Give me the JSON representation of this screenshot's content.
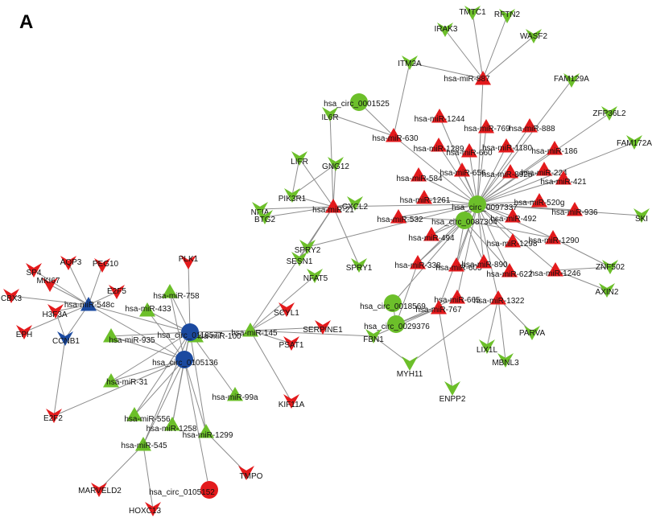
{
  "panel_label": "A",
  "colors": {
    "red": "#e31a1c",
    "green": "#6cbf2a",
    "blue": "#1b4aa0",
    "edge": "#8c8c8c"
  },
  "legend_note": "",
  "nodes": [
    {
      "id": "sp4",
      "label": "SP4",
      "shape": "vee",
      "color": "red"
    },
    {
      "id": "aqp3",
      "label": "AQP3",
      "shape": "vee",
      "color": "red"
    },
    {
      "id": "peg10",
      "label": "PEG10",
      "shape": "vee",
      "color": "red"
    },
    {
      "id": "plk1",
      "label": "PLK1",
      "shape": "vee",
      "color": "red"
    },
    {
      "id": "mki67",
      "label": "MKI67",
      "shape": "vee",
      "color": "red"
    },
    {
      "id": "e2f5",
      "label": "E2F5",
      "shape": "vee",
      "color": "red"
    },
    {
      "id": "cbx3",
      "label": "CBX3",
      "shape": "vee",
      "color": "red"
    },
    {
      "id": "h3f3a",
      "label": "H3F3A",
      "shape": "vee",
      "color": "red"
    },
    {
      "id": "epl",
      "label": "EPH",
      "shape": "vee",
      "color": "red"
    },
    {
      "id": "ccnb1",
      "label": "CCNB1",
      "shape": "vee",
      "color": "blue"
    },
    {
      "id": "e2f2",
      "label": "E2F2",
      "shape": "vee",
      "color": "red"
    },
    {
      "id": "mir548c",
      "label": "hsa-miR-548c",
      "shape": "tri",
      "color": "blue"
    },
    {
      "id": "mir758",
      "label": "hsa-miR-758",
      "shape": "tri",
      "color": "green"
    },
    {
      "id": "mir433",
      "label": "hsa-miR-433",
      "shape": "tri",
      "color": "green"
    },
    {
      "id": "mir100",
      "label": "hsa-miR-100",
      "shape": "tri",
      "color": "green"
    },
    {
      "id": "mir935",
      "label": "hsa-miR-935",
      "shape": "tri",
      "color": "green"
    },
    {
      "id": "mir31",
      "label": "hsa-miR-31",
      "shape": "tri",
      "color": "green"
    },
    {
      "id": "mir556",
      "label": "hsa-miR-556",
      "shape": "tri",
      "color": "green"
    },
    {
      "id": "mir1258",
      "label": "hsa-miR-1258",
      "shape": "tri",
      "color": "green"
    },
    {
      "id": "mir1299",
      "label": "hsa-miR-1299",
      "shape": "tri",
      "color": "green"
    },
    {
      "id": "mir545",
      "label": "hsa-miR-545",
      "shape": "tri",
      "color": "green"
    },
    {
      "id": "mir99a",
      "label": "hsa-miR-99a",
      "shape": "tri",
      "color": "green"
    },
    {
      "id": "c0118577",
      "label": "hsa_circ_0118577",
      "shape": "circle",
      "color": "blue"
    },
    {
      "id": "c0105136",
      "label": "hsa_circ_0105136",
      "shape": "circle",
      "color": "blue"
    },
    {
      "id": "c0105152",
      "label": "hsa_circ_0105152",
      "shape": "circle",
      "color": "red"
    },
    {
      "id": "marveld2",
      "label": "MARVELD2",
      "shape": "vee",
      "color": "red"
    },
    {
      "id": "hoxc13",
      "label": "HOXC13",
      "shape": "vee",
      "color": "red"
    },
    {
      "id": "tmpo",
      "label": "TMPO",
      "shape": "vee",
      "color": "red"
    },
    {
      "id": "mir145",
      "label": "hsa-miR-145",
      "shape": "tri",
      "color": "green"
    },
    {
      "id": "scyl1",
      "label": "SCYL1",
      "shape": "vee",
      "color": "red"
    },
    {
      "id": "serpine1",
      "label": "SERPINE1",
      "shape": "vee",
      "color": "red"
    },
    {
      "id": "psat1",
      "label": "PSAT1",
      "shape": "vee",
      "color": "red"
    },
    {
      "id": "kif11a",
      "label": "KIF11A",
      "shape": "vee",
      "color": "red"
    },
    {
      "id": "mir21",
      "label": "hsa-miR-21",
      "shape": "tri",
      "color": "red"
    },
    {
      "id": "il6r",
      "label": "IL6R",
      "shape": "vee",
      "color": "green"
    },
    {
      "id": "lifr",
      "label": "LIFR",
      "shape": "vee",
      "color": "green"
    },
    {
      "id": "gng12",
      "label": "GNG12",
      "shape": "vee",
      "color": "green"
    },
    {
      "id": "pik3r1",
      "label": "PIK3R1",
      "shape": "vee",
      "color": "green"
    },
    {
      "id": "nfia",
      "label": "NFIA",
      "shape": "vee",
      "color": "green"
    },
    {
      "id": "cxcl2",
      "label": "CXCL2",
      "shape": "vee",
      "color": "green"
    },
    {
      "id": "btg2",
      "label": "BTG2",
      "shape": "vee",
      "color": "green"
    },
    {
      "id": "sesn1",
      "label": "SESN1",
      "shape": "vee",
      "color": "green"
    },
    {
      "id": "spry2",
      "label": "SPRY2",
      "shape": "vee",
      "color": "green"
    },
    {
      "id": "spry1",
      "label": "SPRY1",
      "shape": "vee",
      "color": "green"
    },
    {
      "id": "nfat5",
      "label": "NFAT5",
      "shape": "vee",
      "color": "green"
    },
    {
      "id": "c0097337",
      "label": "hsa_circ_0097337",
      "shape": "circle",
      "color": "green"
    },
    {
      "id": "c0087304",
      "label": "hsa_circ_0087304",
      "shape": "circle",
      "color": "green"
    },
    {
      "id": "c0001525",
      "label": "hsa_circ_0001525",
      "shape": "circle",
      "color": "green"
    },
    {
      "id": "c0018569",
      "label": "hsa_circ_0018569",
      "shape": "circle",
      "color": "green"
    },
    {
      "id": "c0029376",
      "label": "hsa_circ_0029376",
      "shape": "circle",
      "color": "green"
    },
    {
      "id": "mir887",
      "label": "hsa-miR-887",
      "shape": "tri",
      "color": "red"
    },
    {
      "id": "mir1244",
      "label": "hsa-miR-1244",
      "shape": "tri",
      "color": "red"
    },
    {
      "id": "mir630",
      "label": "hsa-miR-630",
      "shape": "tri",
      "color": "red"
    },
    {
      "id": "mir769",
      "label": "hsa-miR-769",
      "shape": "tri",
      "color": "red"
    },
    {
      "id": "mir888",
      "label": "hsa-miR-888",
      "shape": "tri",
      "color": "red"
    },
    {
      "id": "mir1289",
      "label": "hsa-miR-1289",
      "shape": "tri",
      "color": "red"
    },
    {
      "id": "mir660",
      "label": "hsa-miR-660",
      "shape": "tri",
      "color": "red"
    },
    {
      "id": "mir1180",
      "label": "hsa-miR-1180",
      "shape": "tri",
      "color": "red"
    },
    {
      "id": "mir186",
      "label": "hsa-miR-186",
      "shape": "tri",
      "color": "red"
    },
    {
      "id": "mir584",
      "label": "hsa-miR-584",
      "shape": "tri",
      "color": "red"
    },
    {
      "id": "mir656",
      "label": "hsa-miR-656",
      "shape": "tri",
      "color": "red"
    },
    {
      "id": "mir892b",
      "label": "hsa-miR-892b",
      "shape": "tri",
      "color": "red"
    },
    {
      "id": "mir224",
      "label": "hsa-miR-224",
      "shape": "tri",
      "color": "red"
    },
    {
      "id": "mir421",
      "label": "hsa-miR-421",
      "shape": "tri",
      "color": "red"
    },
    {
      "id": "mir1261",
      "label": "hsa-miR-1261",
      "shape": "tri",
      "color": "red"
    },
    {
      "id": "mir520g",
      "label": "hsa-miR-520g",
      "shape": "tri",
      "color": "red"
    },
    {
      "id": "mir532",
      "label": "hsa-miR-532",
      "shape": "tri",
      "color": "red"
    },
    {
      "id": "mir936",
      "label": "hsa-miR-936",
      "shape": "tri",
      "color": "red"
    },
    {
      "id": "mir492",
      "label": "hsa-miR-492",
      "shape": "tri",
      "color": "red"
    },
    {
      "id": "mir494",
      "label": "hsa-miR-494",
      "shape": "tri",
      "color": "red"
    },
    {
      "id": "mir1298",
      "label": "hsa-miR-1298",
      "shape": "tri",
      "color": "red"
    },
    {
      "id": "mir1290",
      "label": "hsa-miR-1290",
      "shape": "tri",
      "color": "red"
    },
    {
      "id": "mir338",
      "label": "hsa-miR-338",
      "shape": "tri",
      "color": "red"
    },
    {
      "id": "mir605",
      "label": "hsa-miR-605",
      "shape": "tri",
      "color": "red"
    },
    {
      "id": "mir890",
      "label": "hsa-miR-890",
      "shape": "tri",
      "color": "red"
    },
    {
      "id": "mir622",
      "label": "hsa-miR-622",
      "shape": "tri",
      "color": "red"
    },
    {
      "id": "mir1246",
      "label": "hsa-miR-1246",
      "shape": "tri",
      "color": "red"
    },
    {
      "id": "mir665",
      "label": "hsa-miR-665",
      "shape": "tri",
      "color": "red"
    },
    {
      "id": "mir767",
      "label": "hsa-miR-767",
      "shape": "tri",
      "color": "red"
    },
    {
      "id": "mir1322",
      "label": "hsa-miR-1322",
      "shape": "tri",
      "color": "red"
    },
    {
      "id": "tmtc1",
      "label": "TMTC1",
      "shape": "vee",
      "color": "green"
    },
    {
      "id": "rftn2",
      "label": "RFTN2",
      "shape": "vee",
      "color": "green"
    },
    {
      "id": "irak3",
      "label": "IRAK3",
      "shape": "vee",
      "color": "green"
    },
    {
      "id": "wasf2",
      "label": "WASF2",
      "shape": "vee",
      "color": "green"
    },
    {
      "id": "itm2a",
      "label": "ITM2A",
      "shape": "vee",
      "color": "green"
    },
    {
      "id": "fam129a",
      "label": "FAM129A",
      "shape": "vee",
      "color": "green"
    },
    {
      "id": "zfp36l2",
      "label": "ZFP36L2",
      "shape": "vee",
      "color": "green"
    },
    {
      "id": "fam172a",
      "label": "FAM172A",
      "shape": "vee",
      "color": "green"
    },
    {
      "id": "ski",
      "label": "SKI",
      "shape": "vee",
      "color": "green"
    },
    {
      "id": "znf502",
      "label": "ZNF502",
      "shape": "vee",
      "color": "green"
    },
    {
      "id": "axin2",
      "label": "AXIN2",
      "shape": "vee",
      "color": "green"
    },
    {
      "id": "parva",
      "label": "PARVA",
      "shape": "vee",
      "color": "green"
    },
    {
      "id": "mbnl3",
      "label": "MBNL3",
      "shape": "vee",
      "color": "green"
    },
    {
      "id": "lix1l",
      "label": "LIX1L",
      "shape": "vee",
      "color": "green"
    },
    {
      "id": "enpp2",
      "label": "ENPP2",
      "shape": "vee",
      "color": "green"
    },
    {
      "id": "myh11",
      "label": "MYH11",
      "shape": "vee",
      "color": "green"
    },
    {
      "id": "fbn1",
      "label": "FBN1",
      "shape": "vee",
      "color": "green"
    }
  ],
  "edges": [
    [
      "mir548c",
      "sp4"
    ],
    [
      "mir548c",
      "aqp3"
    ],
    [
      "mir548c",
      "peg10"
    ],
    [
      "mir548c",
      "mki67"
    ],
    [
      "mir548c",
      "e2f5"
    ],
    [
      "mir548c",
      "cbx3"
    ],
    [
      "mir548c",
      "h3f3a"
    ],
    [
      "mir548c",
      "epl"
    ],
    [
      "mir548c",
      "ccnb1"
    ],
    [
      "mir548c",
      "c0118577"
    ],
    [
      "mir548c",
      "c0105136"
    ],
    [
      "ccnb1",
      "e2f2"
    ],
    [
      "h3f3a",
      "ccnb1"
    ],
    [
      "c0118577",
      "plk1"
    ],
    [
      "c0118577",
      "mir758"
    ],
    [
      "c0118577",
      "mir433"
    ],
    [
      "c0118577",
      "mir100"
    ],
    [
      "c0118577",
      "mir935"
    ],
    [
      "c0118577",
      "mir31"
    ],
    [
      "c0118577",
      "mir556"
    ],
    [
      "c0118577",
      "mir1258"
    ],
    [
      "c0118577",
      "mir1299"
    ],
    [
      "c0118577",
      "mir99a"
    ],
    [
      "c0118577",
      "mir145"
    ],
    [
      "c0118577",
      "c0105136"
    ],
    [
      "c0118577",
      "mir545"
    ],
    [
      "c0105136",
      "mir758"
    ],
    [
      "c0105136",
      "mir433"
    ],
    [
      "c0105136",
      "mir935"
    ],
    [
      "c0105136",
      "mir31"
    ],
    [
      "c0105136",
      "mir556"
    ],
    [
      "c0105136",
      "mir1258"
    ],
    [
      "c0105136",
      "mir545"
    ],
    [
      "c0105136",
      "c0105152"
    ],
    [
      "c0105136",
      "e2f2"
    ],
    [
      "c0105136",
      "mir1299"
    ],
    [
      "mir545",
      "marveld2"
    ],
    [
      "mir545",
      "hoxc13"
    ],
    [
      "mir1299",
      "tmpo"
    ],
    [
      "mir145",
      "scyl1"
    ],
    [
      "mir145",
      "serpine1"
    ],
    [
      "mir145",
      "psat1"
    ],
    [
      "mir145",
      "kif11a"
    ],
    [
      "mir145",
      "nfat5"
    ],
    [
      "mir145",
      "mir21"
    ],
    [
      "mir145",
      "fbn1"
    ],
    [
      "mir21",
      "il6r"
    ],
    [
      "mir21",
      "lifr"
    ],
    [
      "mir21",
      "gng12"
    ],
    [
      "mir21",
      "pik3r1"
    ],
    [
      "mir21",
      "nfia"
    ],
    [
      "mir21",
      "cxcl2"
    ],
    [
      "mir21",
      "btg2"
    ],
    [
      "mir21",
      "sesn1"
    ],
    [
      "mir21",
      "spry2"
    ],
    [
      "mir21",
      "spry1"
    ],
    [
      "mir21",
      "c0097337"
    ],
    [
      "lifr",
      "pik3r1"
    ],
    [
      "pik3r1",
      "gng12"
    ],
    [
      "c0001525",
      "mir630"
    ],
    [
      "mir630",
      "il6r"
    ],
    [
      "mir630",
      "itm2a"
    ],
    [
      "mir630",
      "c0097337"
    ],
    [
      "mir887",
      "tmtc1"
    ],
    [
      "mir887",
      "rftn2"
    ],
    [
      "mir887",
      "irak3"
    ],
    [
      "mir887",
      "wasf2"
    ],
    [
      "mir887",
      "itm2a"
    ],
    [
      "mir887",
      "c0097337"
    ],
    [
      "c0097337",
      "mir1244"
    ],
    [
      "c0097337",
      "mir769"
    ],
    [
      "c0097337",
      "mir888"
    ],
    [
      "c0097337",
      "mir1289"
    ],
    [
      "c0097337",
      "mir660"
    ],
    [
      "c0097337",
      "mir1180"
    ],
    [
      "c0097337",
      "mir186"
    ],
    [
      "c0097337",
      "mir584"
    ],
    [
      "c0097337",
      "mir656"
    ],
    [
      "c0097337",
      "mir892b"
    ],
    [
      "c0097337",
      "mir224"
    ],
    [
      "c0097337",
      "mir421"
    ],
    [
      "c0097337",
      "mir1261"
    ],
    [
      "c0097337",
      "mir520g"
    ],
    [
      "c0097337",
      "mir532"
    ],
    [
      "c0097337",
      "mir936"
    ],
    [
      "c0097337",
      "mir492"
    ],
    [
      "c0097337",
      "mir494"
    ],
    [
      "c0097337",
      "mir1298"
    ],
    [
      "c0097337",
      "mir1290"
    ],
    [
      "c0097337",
      "mir338"
    ],
    [
      "c0097337",
      "mir605"
    ],
    [
      "c0097337",
      "mir890"
    ],
    [
      "c0097337",
      "mir622"
    ],
    [
      "c0097337",
      "mir1246"
    ],
    [
      "c0097337",
      "mir665"
    ],
    [
      "c0097337",
      "mir767"
    ],
    [
      "c0097337",
      "mir1322"
    ],
    [
      "c0097337",
      "fam129a"
    ],
    [
      "c0097337",
      "zfp36l2"
    ],
    [
      "c0097337",
      "fam172a"
    ],
    [
      "c0097337",
      "ski"
    ],
    [
      "c0097337",
      "c0087304"
    ],
    [
      "c0097337",
      "spry2"
    ],
    [
      "c0087304",
      "mir494"
    ],
    [
      "c0087304",
      "mir532"
    ],
    [
      "c0087304",
      "mir338"
    ],
    [
      "c0087304",
      "mir605"
    ],
    [
      "c0087304",
      "mir890"
    ],
    [
      "c0087304",
      "mir1290"
    ],
    [
      "c0087304",
      "mir622"
    ],
    [
      "c0087304",
      "c0018569"
    ],
    [
      "mir1246",
      "znf502"
    ],
    [
      "mir1246",
      "axin2"
    ],
    [
      "mir1290",
      "znf502"
    ],
    [
      "mir1322",
      "parva"
    ],
    [
      "mir1322",
      "mbnl3"
    ],
    [
      "mir1322",
      "lix1l"
    ],
    [
      "mir1322",
      "myh11"
    ],
    [
      "mir767",
      "enpp2"
    ],
    [
      "mir767",
      "fbn1"
    ],
    [
      "mir767",
      "c0029376"
    ],
    [
      "mir665",
      "c0029376"
    ],
    [
      "c0018569",
      "c0029376"
    ],
    [
      "fbn1",
      "myh11"
    ],
    [
      "c0029376",
      "mir338"
    ]
  ]
}
